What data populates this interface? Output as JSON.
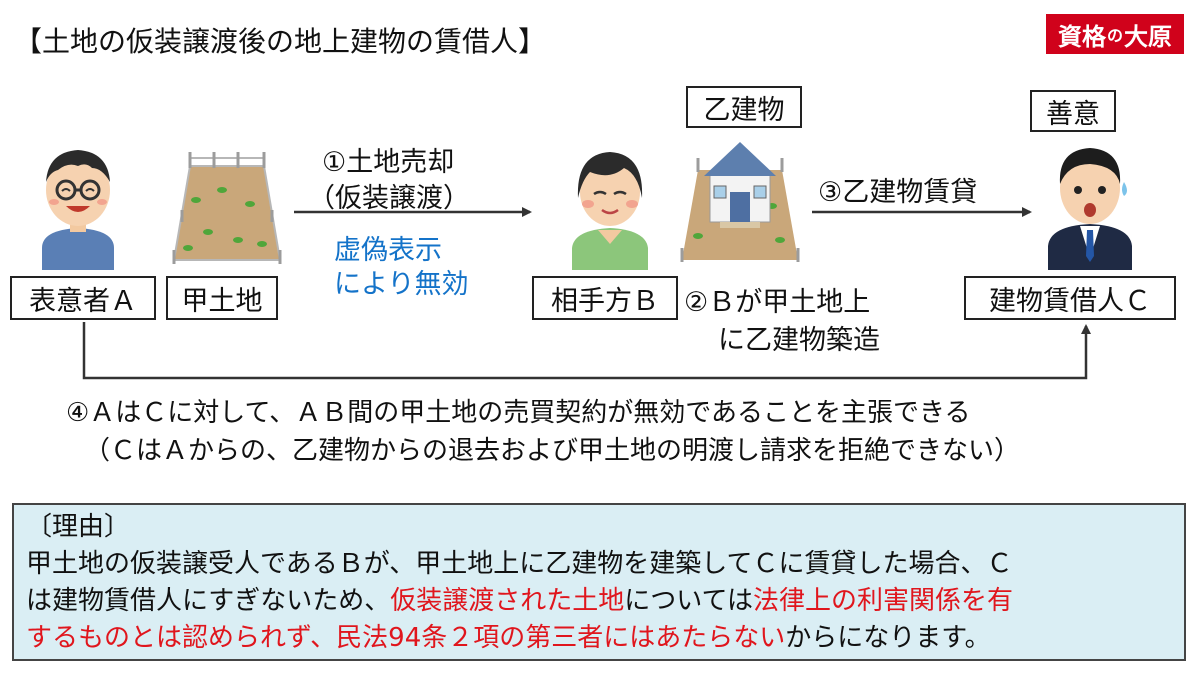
{
  "title": "【土地の仮装譲渡後の地上建物の賃借人】",
  "logo": {
    "part1": "資格",
    "part2": "の",
    "part3": "大原"
  },
  "labels": {
    "person_a": "表意者Ａ",
    "land": "甲土地",
    "person_b": "相手方Ｂ",
    "building_tag": "乙建物",
    "good_faith_tag": "善意",
    "person_c": "建物賃借人Ｃ"
  },
  "arrow1": {
    "line1": "①土地売却",
    "line2": "（仮装譲渡）",
    "note1": "虚偽表示",
    "note2": "により無効"
  },
  "step2": {
    "line1": "②Ｂが甲土地上",
    "line2": "に乙建物築造"
  },
  "arrow3": {
    "label": "③乙建物賃貸"
  },
  "conclusion": {
    "line1": "④ＡはＣに対して、ＡＢ間の甲土地の売買契約が無効であることを主張できる",
    "line2": "（ＣはＡからの、乙建物からの退去および甲土地の明渡し請求を拒絶できない）"
  },
  "reason": {
    "heading": "〔理由〕",
    "p1": "甲土地の仮装譲受人であるＢが、甲土地上に乙建物を建築してＣに賃貸した場合、Ｃ",
    "p2a": "は建物賃借人にすぎないため、",
    "p2b": "仮装譲渡された土地",
    "p2c": "については",
    "p2d": "法律上の利害関係を有",
    "p3a": "するものとは認められず、民法94条２項の第三者にはあたらない",
    "p3b": "からになります。"
  },
  "colors": {
    "accent_red": "#e0161d",
    "accent_blue": "#1473c9",
    "reason_bg": "#daeef4",
    "logo_bg": "#d0021b"
  },
  "icons": [
    "person-a-illustration",
    "land-field-illustration",
    "person-b-illustration",
    "house-illustration",
    "person-c-illustration"
  ]
}
